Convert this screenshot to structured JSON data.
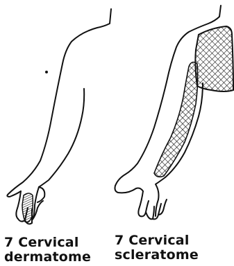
{
  "figure": {
    "panels": [
      {
        "caption_line1": "7 Cervical",
        "caption_line2": "dermatome"
      },
      {
        "caption_line1": "7 Cervical",
        "caption_line2": "scleratome"
      }
    ]
  },
  "colors": {
    "ink": "#111111",
    "background": "#ffffff"
  }
}
